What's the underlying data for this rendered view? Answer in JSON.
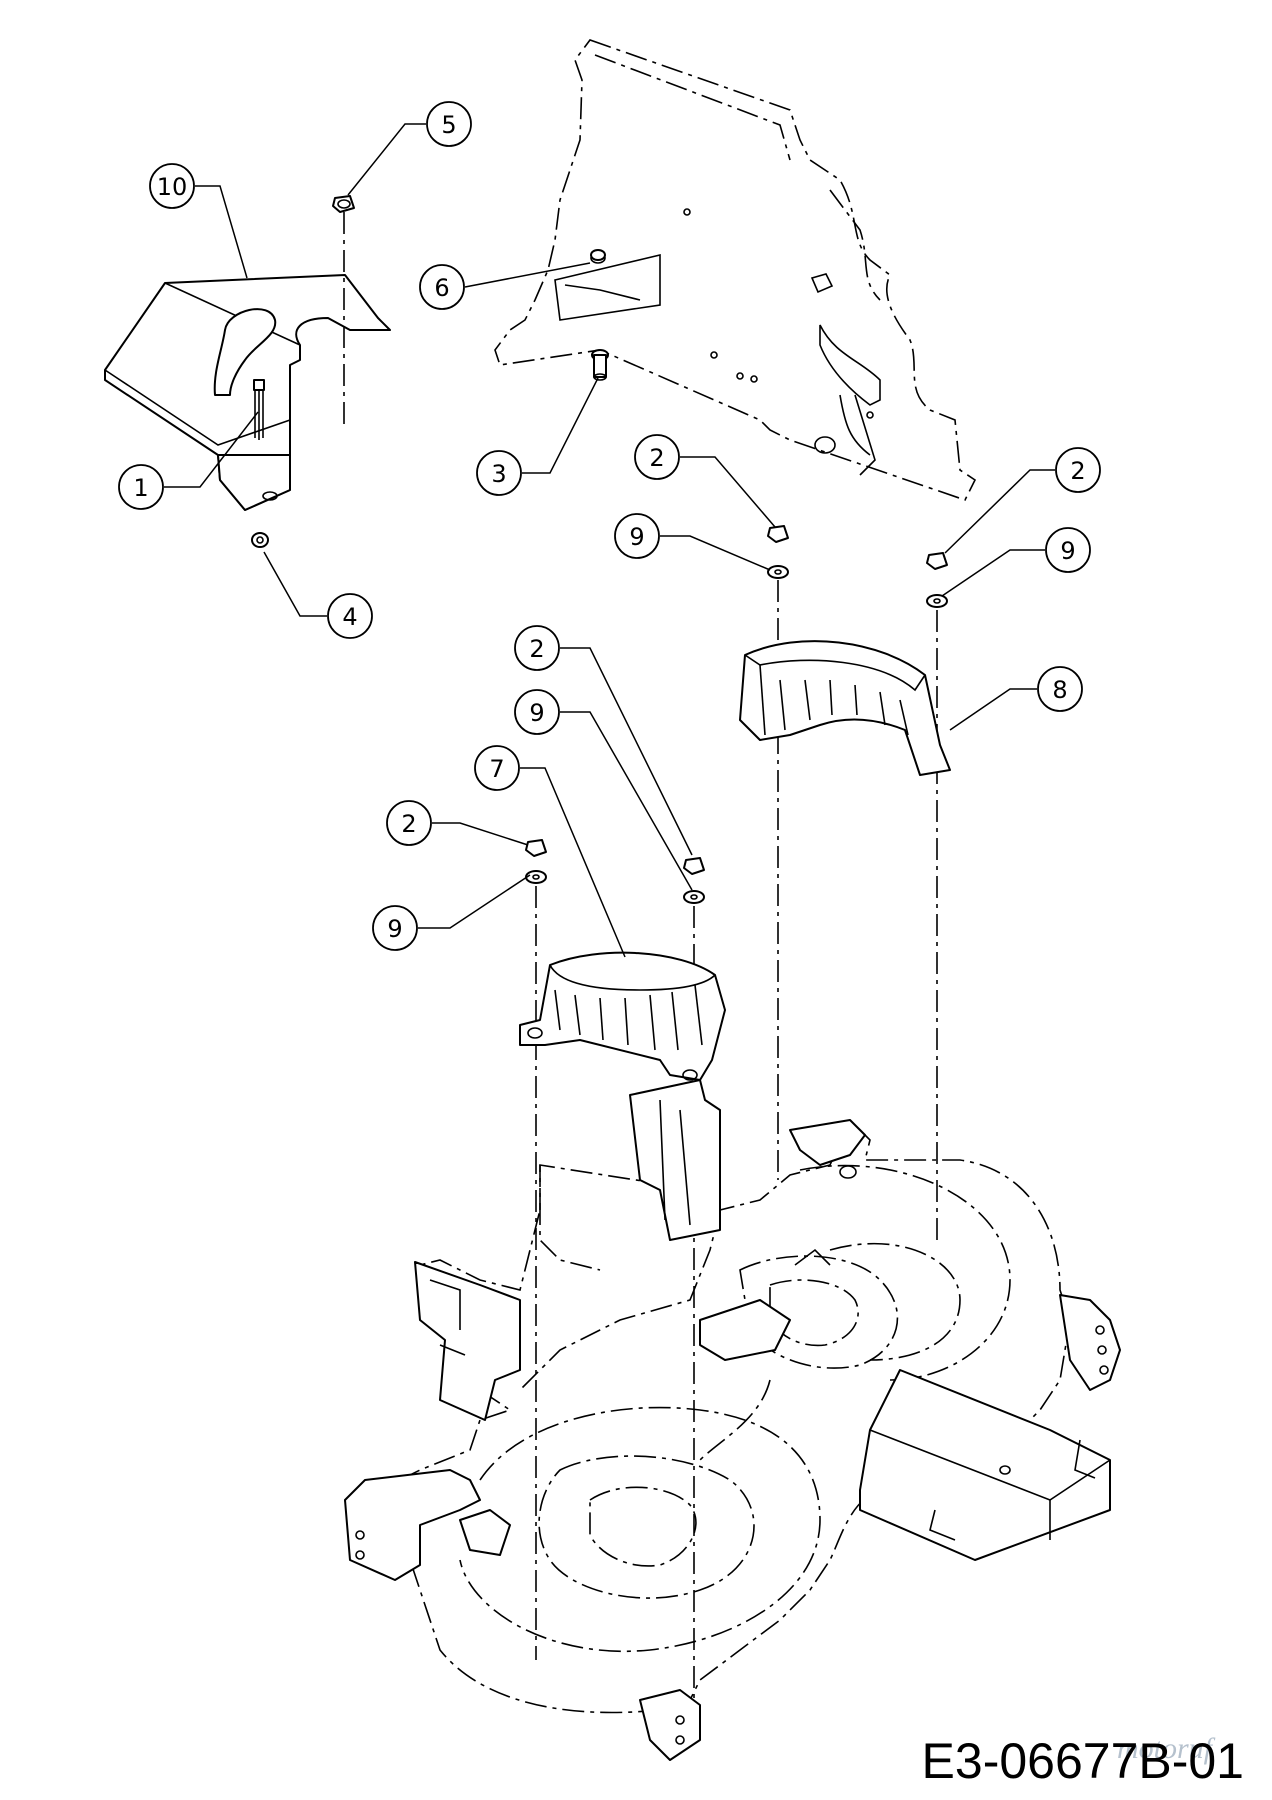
{
  "diagram": {
    "drawing_code": "E3-06677B-01",
    "watermark_text": "motoruf",
    "callouts": [
      {
        "id": "c10",
        "label": "10"
      },
      {
        "id": "c5",
        "label": "5"
      },
      {
        "id": "c6",
        "label": "6"
      },
      {
        "id": "c1",
        "label": "1"
      },
      {
        "id": "c3",
        "label": "3"
      },
      {
        "id": "c4",
        "label": "4"
      },
      {
        "id": "c2a",
        "label": "2"
      },
      {
        "id": "c2b",
        "label": "2"
      },
      {
        "id": "c9a",
        "label": "9"
      },
      {
        "id": "c9b",
        "label": "9"
      },
      {
        "id": "c8",
        "label": "8"
      },
      {
        "id": "c2c",
        "label": "2"
      },
      {
        "id": "c9c",
        "label": "9"
      },
      {
        "id": "c7",
        "label": "7"
      },
      {
        "id": "c2d",
        "label": "2"
      },
      {
        "id": "c9d",
        "label": "9"
      }
    ]
  }
}
